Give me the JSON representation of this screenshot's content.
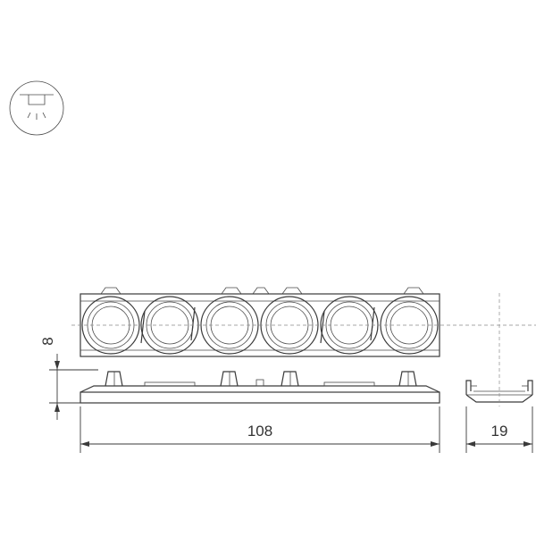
{
  "icon": "recessed-downlight-icon",
  "dimensions": {
    "length": "108",
    "width": "19",
    "height": "8"
  },
  "colors": {
    "line": "#3a3a3a",
    "centerline": "#8a8a8a",
    "background": "#ffffff"
  }
}
